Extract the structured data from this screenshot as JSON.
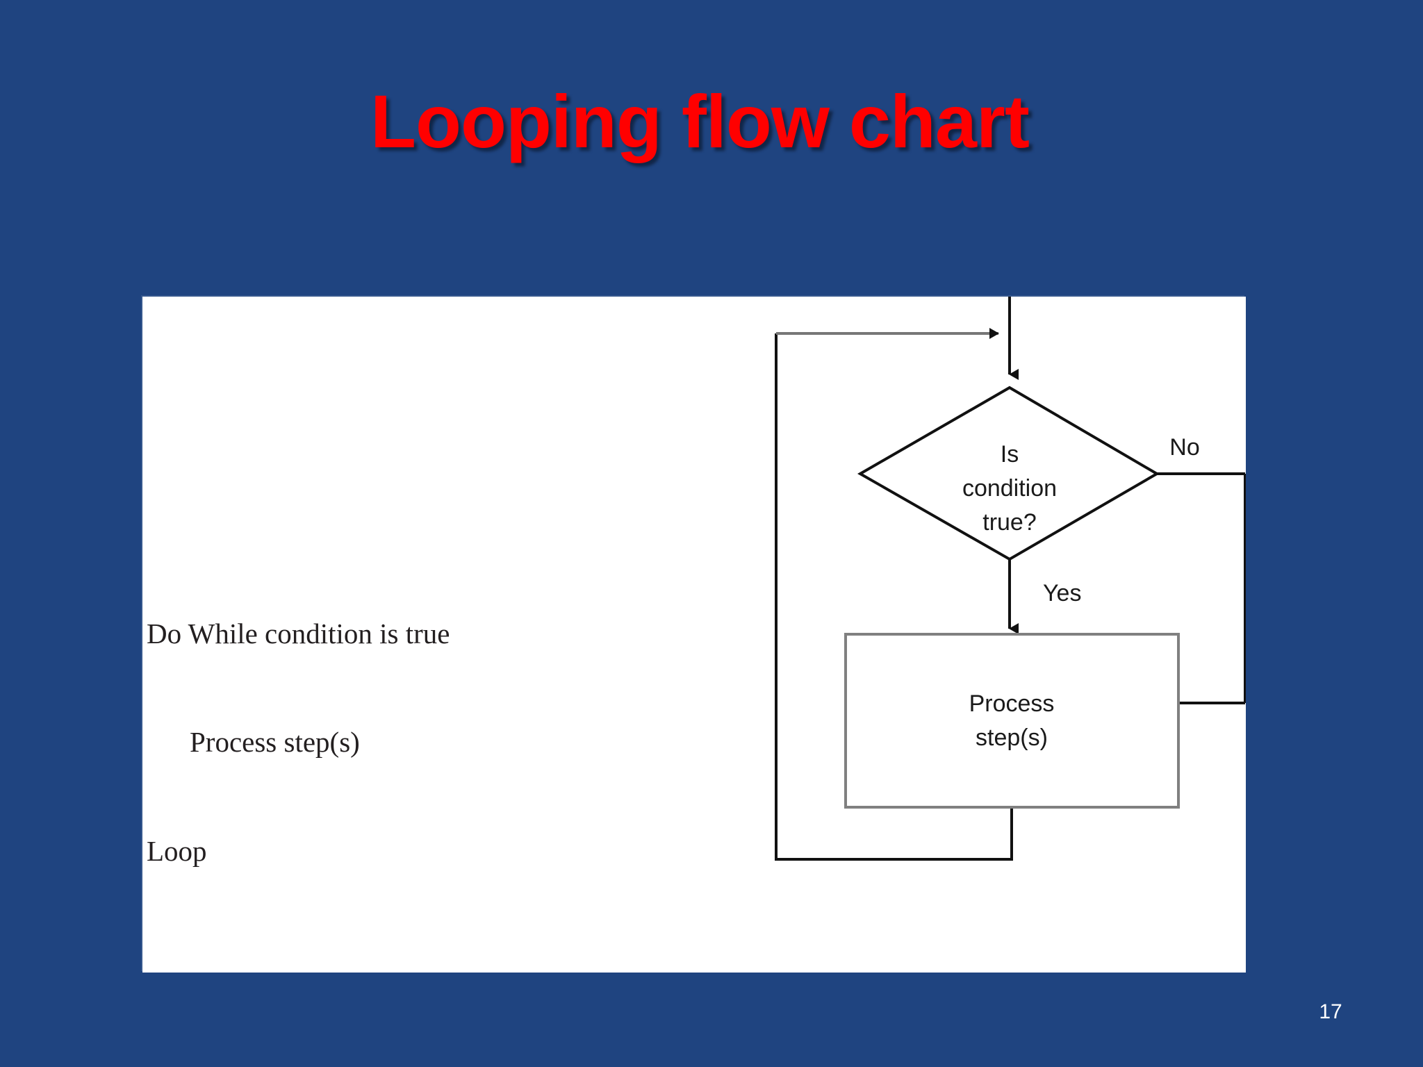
{
  "slide": {
    "title": "Looping flow chart",
    "page_number": "17",
    "background_color": "#1f4480",
    "title_color": "#ff0000",
    "panel_color": "#ffffff"
  },
  "pseudocode": {
    "line1": "Do While condition is true",
    "line2": "Process step(s)",
    "line3": "Loop"
  },
  "chart_data": {
    "type": "diagram",
    "title": "Looping flow chart",
    "diagram_kind": "flowchart",
    "nodes": [
      {
        "id": "decision",
        "shape": "diamond",
        "text": "Is condition true?",
        "text_lines": [
          "Is",
          "condition",
          "true?"
        ]
      },
      {
        "id": "process",
        "shape": "rectangle",
        "text": "Process step(s)",
        "text_lines": [
          "Process",
          "step(s)"
        ]
      }
    ],
    "edges": [
      {
        "from": "entry",
        "to": "decision",
        "label": ""
      },
      {
        "from": "decision",
        "to": "process",
        "label": "Yes"
      },
      {
        "from": "decision",
        "to": "exit",
        "label": "No"
      },
      {
        "from": "process",
        "to": "decision",
        "label": ""
      }
    ],
    "labels": {
      "yes": "Yes",
      "no": "No",
      "decision_l1": "Is",
      "decision_l2": "condition",
      "decision_l3": "true?",
      "process_l1": "Process",
      "process_l2": "step(s)"
    },
    "colors": {
      "stroke": "#1a1a1a",
      "process_stroke": "#808080",
      "fill": "#ffffff"
    }
  }
}
